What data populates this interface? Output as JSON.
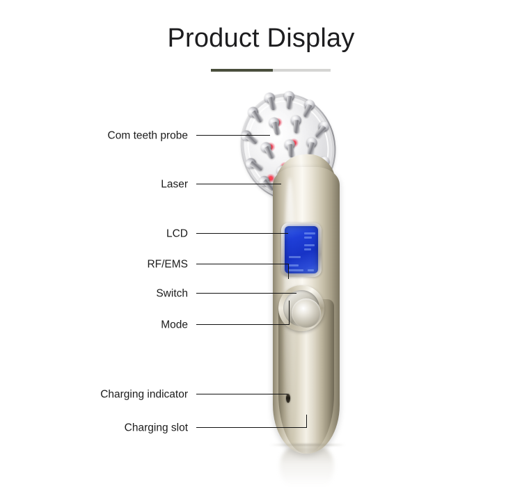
{
  "header": {
    "title": "Product Display",
    "divider": {
      "dark_color": "#4a4f3c",
      "light_color": "#d5d5d3"
    }
  },
  "product": {
    "accent_body_color": "#d9d3c2",
    "lcd_color": "#1f3fd8",
    "laser_color": "#ff2d3c",
    "tooth_color": "#b0b0b6"
  },
  "callouts": [
    {
      "label": "Com teeth probe"
    },
    {
      "label": "Laser"
    },
    {
      "label": "LCD"
    },
    {
      "label": "RF/EMS"
    },
    {
      "label": "Switch"
    },
    {
      "label": "Mode"
    },
    {
      "label": "Charging indicator"
    },
    {
      "label": "Charging slot"
    }
  ]
}
